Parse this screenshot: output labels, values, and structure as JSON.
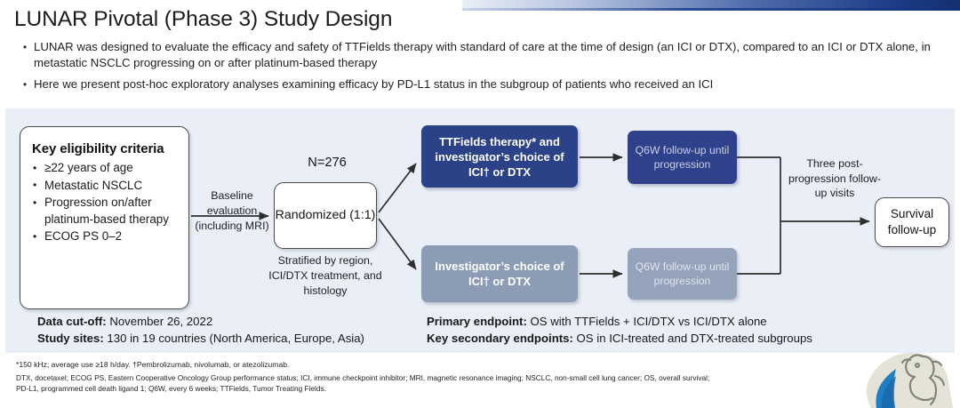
{
  "slide": {
    "title": "LUNAR Pivotal (Phase 3) Study Design",
    "bullets": [
      "LUNAR was designed to evaluate the efficacy and safety of TTFields therapy with standard of care at the time of design (an ICI or DTX), compared to an ICI or DTX alone, in metastatic NSCLC progressing on or after platinum-based therapy",
      "Here we present post-hoc exploratory analyses examining efficacy by PD-L1 status in the subgroup of patients who received an ICI"
    ]
  },
  "diagram": {
    "eligibility": {
      "title": "Key eligibility criteria",
      "items": [
        "≥22 years of age",
        "Metastatic NSCLC",
        "Progression on/after platinum-based therapy",
        "ECOG PS 0–2"
      ]
    },
    "baseline_label": "Baseline evaluation (including MRI)",
    "n_label": "N=276",
    "randomized": "Randomized (1:1)",
    "stratified_label": "Stratified by region, ICI/DTX treatment, and histology",
    "arm_treatment": "TTFields therapy* and investigator’s choice of ICI† or DTX",
    "arm_control": "Investigator’s choice of ICI† or DTX",
    "followup_top": "Q6W follow-up until progression",
    "followup_bottom": "Q6W follow-up until progression",
    "post_progression_label": "Three post-progression follow-up visits",
    "survival": "Survival follow-up"
  },
  "info": {
    "left": [
      {
        "label": "Data cut-off:",
        "value": " November 26, 2022"
      },
      {
        "label": "Study sites:",
        "value": " 130 in 19 countries (North America, Europe, Asia)"
      }
    ],
    "right": [
      {
        "label": "Primary endpoint:",
        "value": " OS with TTFields + ICI/DTX vs ICI/DTX alone"
      },
      {
        "label": "Key secondary endpoints:",
        "value": " OS in ICI-treated and DTX-treated subgroups"
      }
    ]
  },
  "footnotes": {
    "star": "*150 kHz; average use ≥18 h/day. †Pembrolizumab, nivolumab, or atezolizumab.",
    "abbreviations_line1": "DTX, docetaxel; ECOG PS, Eastern Cooperative Oncology Group performance status; ICI, immune checkpoint inhibitor; MRI, magnetic resonance imaging; NSCLC, non-small cell lung cancer; OS, overall survival;",
    "abbreviations_line2": "PD-L1, programmed cell death ligand 1; Q6W, every 6 weeks; TTFields, Tumor Treating Fields."
  },
  "colors": {
    "panel_bg": "#e9eef7",
    "navy": "#2b4289",
    "steel": "#8c9cb5",
    "accent_bar": "#15306f"
  }
}
